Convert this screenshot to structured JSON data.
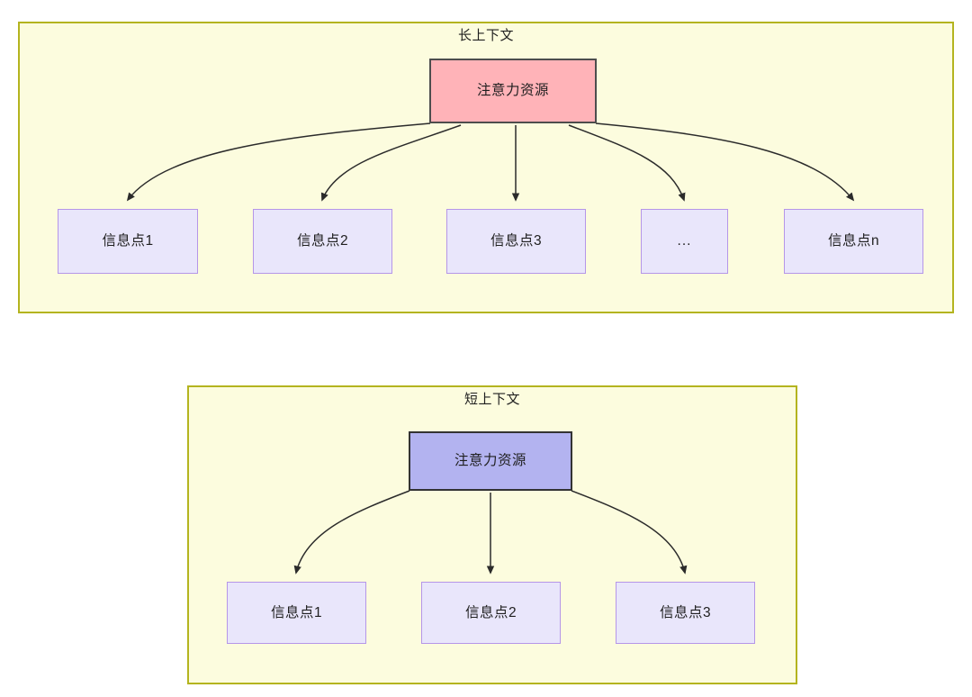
{
  "figure": {
    "type": "diagram",
    "description": "Comparison of attention resource allocation in long context versus short context"
  },
  "panels": [
    {
      "id": "long-context",
      "title": "长上下文",
      "root": {
        "label": "注意力资源",
        "fill": "#ffb3b8",
        "stroke": "#4d4d4d"
      },
      "leaves": [
        {
          "label": "信息点1"
        },
        {
          "label": "信息点2"
        },
        {
          "label": "信息点3"
        },
        {
          "label": "..."
        },
        {
          "label": "信息点n"
        }
      ],
      "frame": {
        "fill": "#fcfcde",
        "stroke": "#b4b41f"
      }
    },
    {
      "id": "short-context",
      "title": "短上下文",
      "root": {
        "label": "注意力资源",
        "fill": "#b3b3f0",
        "stroke": "#333333"
      },
      "leaves": [
        {
          "label": "信息点1"
        },
        {
          "label": "信息点2"
        },
        {
          "label": "信息点3"
        }
      ],
      "frame": {
        "fill": "#fcfcde",
        "stroke": "#b4b41f"
      }
    }
  ],
  "style": {
    "leaf_fill": "#e9e6fb",
    "leaf_stroke": "#b596e8",
    "edge_color": "#2b2b2b",
    "page_background": "#ffffff"
  }
}
